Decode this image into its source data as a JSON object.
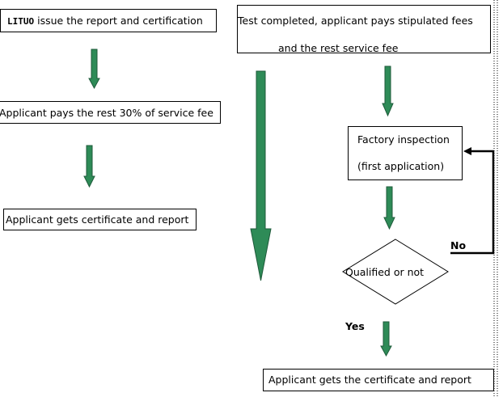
{
  "left_column": {
    "step1_brand": "LITUO",
    "step1_text": "issue the report and certification",
    "step2_text": "Applicant pays the rest 30% of service fee",
    "step3_text": "Applicant gets certificate and report"
  },
  "right_column": {
    "step1_line1": "Test completed, applicant pays stipulated fees",
    "step1_line2": "and the rest service fee",
    "inspection_line1": "Factory inspection",
    "inspection_line2": "(first application)",
    "decision_text": "Qualified or not",
    "no_label": "No",
    "yes_label": "Yes",
    "final_text": "Applicant gets the certificate and report"
  },
  "colors": {
    "arrow_fill": "#2e8b57",
    "arrow_stroke": "#1e5a3a",
    "line": "#000000"
  }
}
